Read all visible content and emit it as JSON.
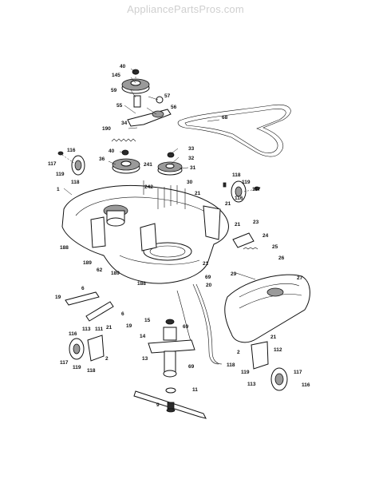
{
  "watermark": "AppliancePartsPros.com",
  "callouts": [
    {
      "id": "c40a",
      "text": "40"
    },
    {
      "id": "c145",
      "text": "145"
    },
    {
      "id": "c59",
      "text": "59"
    },
    {
      "id": "c57",
      "text": "57"
    },
    {
      "id": "c55",
      "text": "55"
    },
    {
      "id": "c56",
      "text": "56"
    },
    {
      "id": "c68",
      "text": "68"
    },
    {
      "id": "c190",
      "text": "190"
    },
    {
      "id": "c34",
      "text": "34"
    },
    {
      "id": "c33",
      "text": "33"
    },
    {
      "id": "c40b",
      "text": "40"
    },
    {
      "id": "c32",
      "text": "32"
    },
    {
      "id": "c36",
      "text": "36"
    },
    {
      "id": "c241",
      "text": "241"
    },
    {
      "id": "c31",
      "text": "31"
    },
    {
      "id": "c116a",
      "text": "116"
    },
    {
      "id": "c117a",
      "text": "117"
    },
    {
      "id": "c119a",
      "text": "119"
    },
    {
      "id": "c118a",
      "text": "118"
    },
    {
      "id": "c1",
      "text": "1"
    },
    {
      "id": "c242",
      "text": "242"
    },
    {
      "id": "c30",
      "text": "30"
    },
    {
      "id": "c118b",
      "text": "118"
    },
    {
      "id": "c119b",
      "text": "119"
    },
    {
      "id": "c117b",
      "text": "117"
    },
    {
      "id": "c116b",
      "text": "116"
    },
    {
      "id": "c21a",
      "text": "21"
    },
    {
      "id": "c21b",
      "text": "21"
    },
    {
      "id": "c23",
      "text": "23"
    },
    {
      "id": "c21c",
      "text": "21"
    },
    {
      "id": "c24",
      "text": "24"
    },
    {
      "id": "c25",
      "text": "25"
    },
    {
      "id": "c26",
      "text": "26"
    },
    {
      "id": "c188a",
      "text": "188"
    },
    {
      "id": "c189a",
      "text": "189"
    },
    {
      "id": "c62",
      "text": "62"
    },
    {
      "id": "c189b",
      "text": "189"
    },
    {
      "id": "c21d",
      "text": "21"
    },
    {
      "id": "c69a",
      "text": "69"
    },
    {
      "id": "c188b",
      "text": "188"
    },
    {
      "id": "c29",
      "text": "29"
    },
    {
      "id": "c27",
      "text": "27"
    },
    {
      "id": "c20",
      "text": "20"
    },
    {
      "id": "c6a",
      "text": "6"
    },
    {
      "id": "c19a",
      "text": "19"
    },
    {
      "id": "c6b",
      "text": "6"
    },
    {
      "id": "c19b",
      "text": "19"
    },
    {
      "id": "c15",
      "text": "15"
    },
    {
      "id": "c69b",
      "text": "69"
    },
    {
      "id": "c14",
      "text": "14"
    },
    {
      "id": "c116c",
      "text": "116"
    },
    {
      "id": "c113a",
      "text": "113"
    },
    {
      "id": "c111",
      "text": "111"
    },
    {
      "id": "c21e",
      "text": "21"
    },
    {
      "id": "c117c",
      "text": "117"
    },
    {
      "id": "c2a",
      "text": "2"
    },
    {
      "id": "c119c",
      "text": "119"
    },
    {
      "id": "c118c",
      "text": "118"
    },
    {
      "id": "c21f",
      "text": "21"
    },
    {
      "id": "c2b",
      "text": "2"
    },
    {
      "id": "c112",
      "text": "112"
    },
    {
      "id": "c118d",
      "text": "118"
    },
    {
      "id": "c69c",
      "text": "69"
    },
    {
      "id": "c13",
      "text": "13"
    },
    {
      "id": "c119d",
      "text": "119"
    },
    {
      "id": "c117d",
      "text": "117"
    },
    {
      "id": "c113b",
      "text": "113"
    },
    {
      "id": "c116d",
      "text": "116"
    },
    {
      "id": "c11",
      "text": "11"
    },
    {
      "id": "c9",
      "text": "9"
    }
  ]
}
